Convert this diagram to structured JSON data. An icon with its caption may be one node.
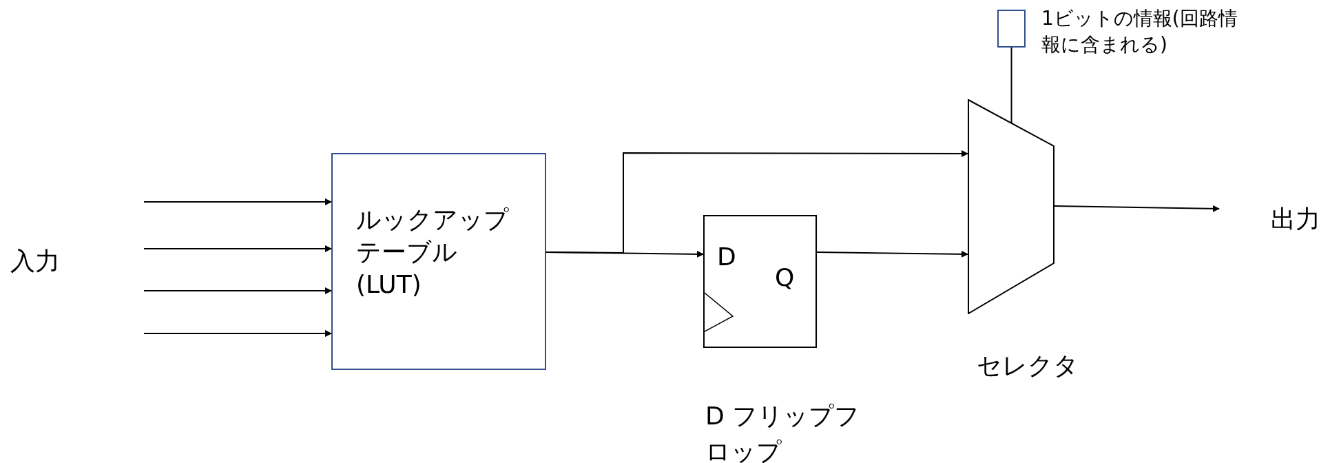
{
  "diagram": {
    "nodes": [
      {
        "text": [
          "ルックアップテーブル(LUT)"
        ]
      },
      {
        "text": [
          "D",
          "Q"
        ],
        "beside": [
          "D フリップフロップ"
        ]
      },
      {
        "text": [],
        "shape": "trapezoid",
        "beside": [
          "セレクタ"
        ]
      },
      {
        "text": [],
        "shape": "box",
        "beside": [
          "1ビットの情報(回路情報に含まれる)"
        ]
      },
      {
        "text": [
          "出力"
        ]
      }
    ],
    "edges": [
      {
        "from": null,
        "to": 0,
        "arrow": "to"
      },
      {
        "from": null,
        "to": 0,
        "arrow": "to"
      },
      {
        "from": null,
        "to": 0,
        "arrow": "to"
      },
      {
        "from": null,
        "to": 0,
        "arrow": "to"
      },
      {
        "from": 0,
        "to": 1,
        "arrow": "to"
      },
      {
        "from": 0,
        "to": 2,
        "arrow": "to"
      },
      {
        "from": 1,
        "to": 2,
        "arrow": "to"
      },
      {
        "from": 3,
        "to": 2,
        "arrow": "none"
      },
      {
        "from": 2,
        "to": 4,
        "arrow": "to"
      }
    ],
    "labels": [
      "入力"
    ]
  }
}
